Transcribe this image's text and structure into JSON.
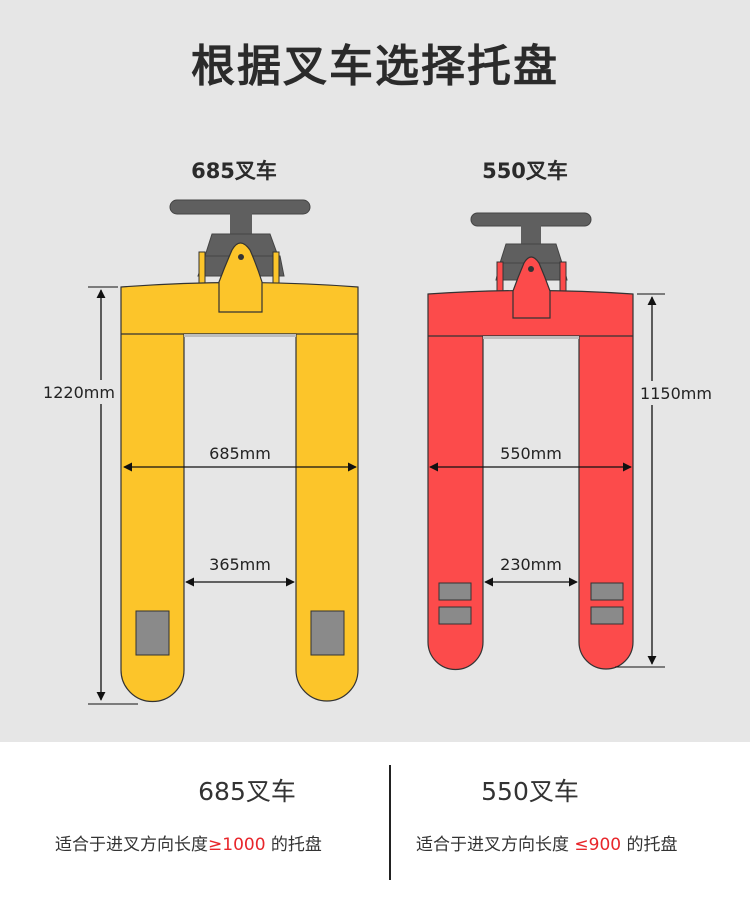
{
  "title": "根据叉车选择托盘",
  "colors": {
    "yellow": "#fcc52a",
    "red": "#fc4b4b",
    "gray": "#5f5f5f",
    "accent_text": "#e8262b"
  },
  "trucks": [
    {
      "label": "685叉车",
      "total_length": "1220mm",
      "outer_width": "685mm",
      "inner_width": "365mm",
      "color": "yellow"
    },
    {
      "label": "550叉车",
      "total_length": "1150mm",
      "outer_width": "550mm",
      "inner_width": "230mm",
      "color": "red"
    }
  ],
  "bottom": {
    "left": {
      "title": "685叉车",
      "desc_prefix": "适合于进叉方向长度",
      "symbol": "≥",
      "value": "1000",
      "desc_suffix": " 的托盘"
    },
    "right": {
      "title": "550叉车",
      "desc_prefix": "适合于进叉方向长度 ",
      "symbol": "≤",
      "value": "900",
      "desc_suffix": "  的托盘"
    }
  }
}
